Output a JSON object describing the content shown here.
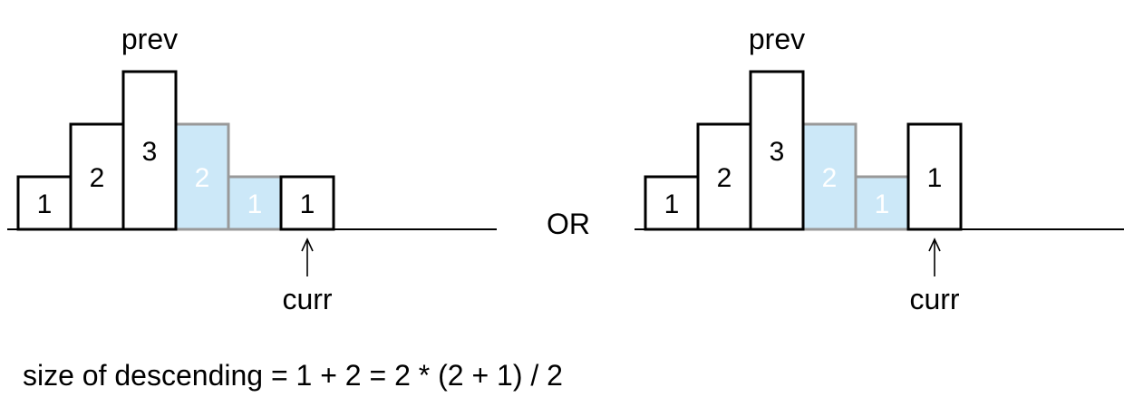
{
  "colors": {
    "outline": "#000000",
    "highlight_fill": "#cce8f8",
    "highlight_stroke": "#999999",
    "highlight_text": "#ffffff",
    "text": "#000000",
    "background": "#ffffff"
  },
  "separator_label": "OR",
  "formula": "size of descending = 1 + 2 = 2 * (2 + 1) / 2",
  "diagrams": [
    {
      "prev_label": "prev",
      "curr_label": "curr",
      "bars": [
        {
          "label": "1",
          "height": 1,
          "highlighted": false
        },
        {
          "label": "2",
          "height": 2,
          "highlighted": false
        },
        {
          "label": "3",
          "height": 3,
          "highlighted": false
        },
        {
          "label": "2",
          "height": 2,
          "highlighted": true
        },
        {
          "label": "1",
          "height": 1,
          "highlighted": true
        },
        {
          "label": "1",
          "height": 1,
          "highlighted": false
        }
      ],
      "prev_bar_index": 2,
      "curr_bar_index": 5
    },
    {
      "prev_label": "prev",
      "curr_label": "curr",
      "bars": [
        {
          "label": "1",
          "height": 1,
          "highlighted": false
        },
        {
          "label": "2",
          "height": 2,
          "highlighted": false
        },
        {
          "label": "3",
          "height": 3,
          "highlighted": false
        },
        {
          "label": "2",
          "height": 2,
          "highlighted": true
        },
        {
          "label": "1",
          "height": 1,
          "highlighted": true
        },
        {
          "label": "1",
          "height": 2,
          "highlighted": false
        }
      ],
      "prev_bar_index": 2,
      "curr_bar_index": 5
    }
  ]
}
